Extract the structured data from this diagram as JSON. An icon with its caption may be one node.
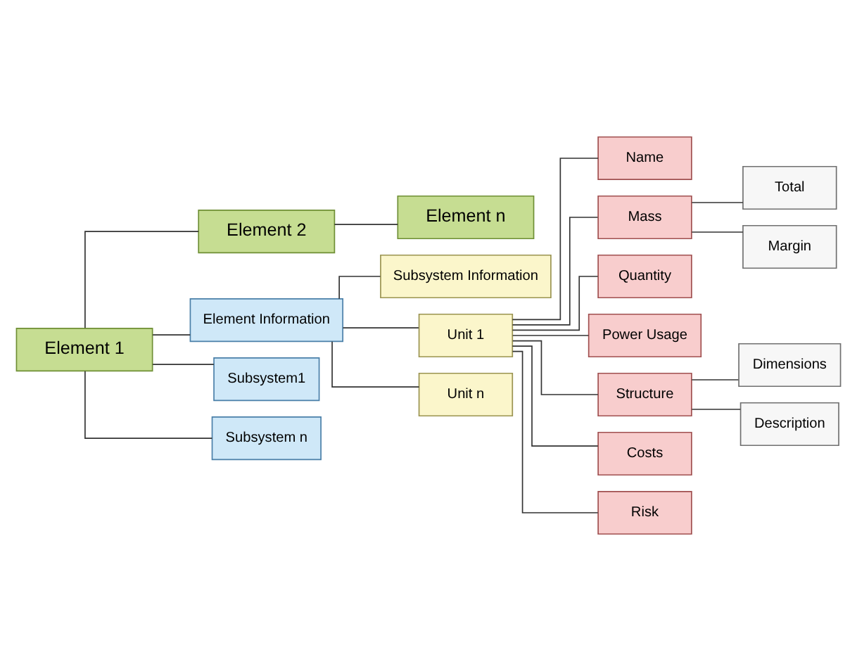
{
  "diagram": {
    "nodes": [
      {
        "text": [
          "Element 1"
        ]
      },
      {
        "text": [
          "Element 2"
        ]
      },
      {
        "text": [
          "Element n"
        ]
      },
      {
        "text": [
          "Element Information"
        ]
      },
      {
        "text": [
          "Subsystem Information"
        ]
      },
      {
        "text": [
          "Unit 1"
        ]
      },
      {
        "text": [
          "Unit n"
        ]
      },
      {
        "text": [
          "Name"
        ]
      },
      {
        "text": [
          "Mass"
        ]
      },
      {
        "text": [
          "Quantity"
        ]
      },
      {
        "text": [
          "Power Usage"
        ]
      },
      {
        "text": [
          "Structure"
        ]
      },
      {
        "text": [
          "Costs"
        ]
      },
      {
        "text": [
          "Risk"
        ]
      },
      {
        "text": [
          "Total"
        ]
      },
      {
        "text": [
          "Margin"
        ]
      },
      {
        "text": [
          "Dimensions"
        ]
      },
      {
        "text": [
          "Description"
        ]
      },
      {
        "text": [
          "Subsystem1"
        ]
      },
      {
        "text": [
          "Subsystem n"
        ]
      }
    ],
    "edges": [
      {
        "from": 0,
        "to": 1,
        "arrow": "none"
      },
      {
        "from": 1,
        "to": 2,
        "arrow": "none"
      },
      {
        "from": 0,
        "to": 3,
        "arrow": "none"
      },
      {
        "from": 3,
        "to": 4,
        "arrow": "none"
      },
      {
        "from": 3,
        "to": 5,
        "arrow": "none"
      },
      {
        "from": 3,
        "to": 6,
        "arrow": "none"
      },
      {
        "from": 5,
        "to": 7,
        "arrow": "none"
      },
      {
        "from": 5,
        "to": 8,
        "arrow": "none"
      },
      {
        "from": 5,
        "to": 9,
        "arrow": "none"
      },
      {
        "from": 5,
        "to": 10,
        "arrow": "none"
      },
      {
        "from": 5,
        "to": 11,
        "arrow": "none"
      },
      {
        "from": 5,
        "to": 12,
        "arrow": "none"
      },
      {
        "from": 5,
        "to": 13,
        "arrow": "none"
      },
      {
        "from": 8,
        "to": 14,
        "arrow": "none"
      },
      {
        "from": 8,
        "to": 15,
        "arrow": "none"
      },
      {
        "from": 11,
        "to": 16,
        "arrow": "none"
      },
      {
        "from": 11,
        "to": 17,
        "arrow": "none"
      },
      {
        "from": 0,
        "to": 18,
        "arrow": "none"
      },
      {
        "from": 0,
        "to": 19,
        "arrow": "none"
      }
    ]
  }
}
